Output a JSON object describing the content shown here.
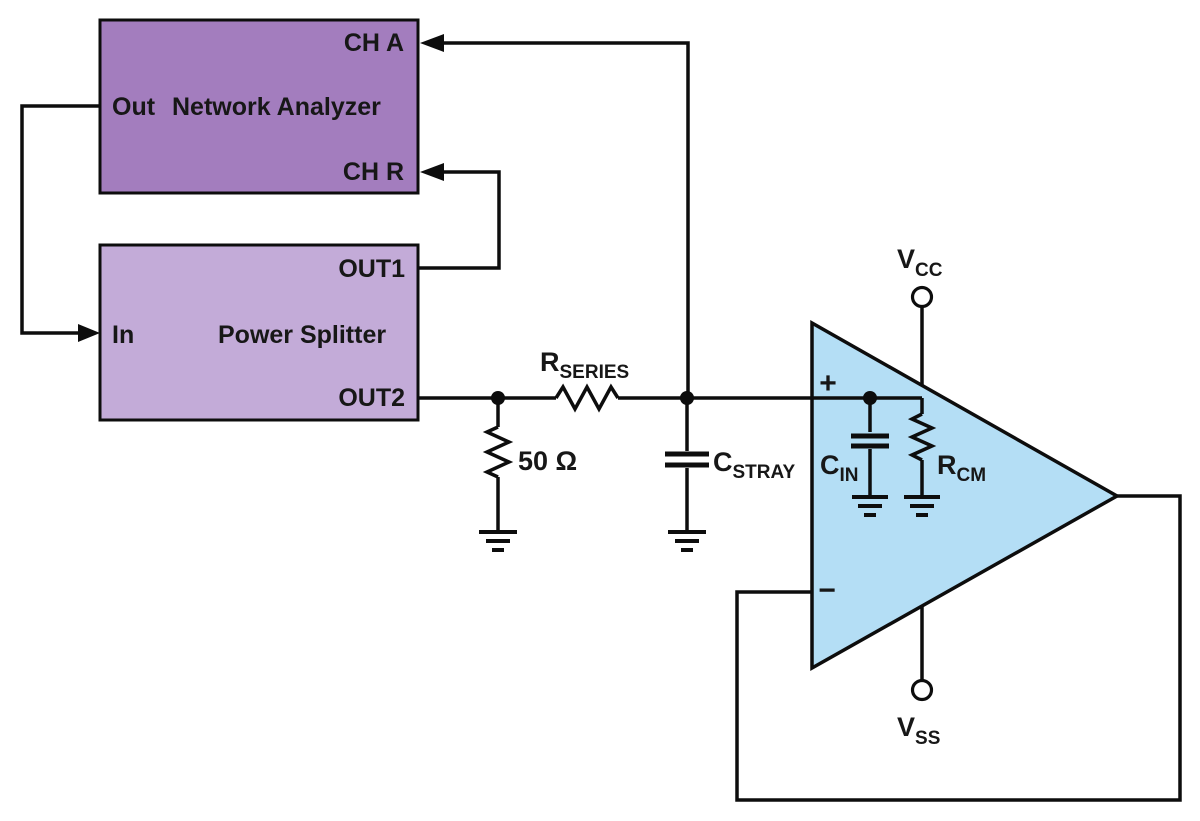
{
  "canvas": {
    "background": "#ffffff",
    "line_color": "#0d0d0d"
  },
  "network_analyzer": {
    "title": "Network Analyzer",
    "port_out": "Out",
    "port_ch_a": "CH A",
    "port_ch_r": "CH R",
    "fill": "#a37dbe"
  },
  "power_splitter": {
    "title": "Power Splitter",
    "port_in": "In",
    "port_out1": "OUT1",
    "port_out2": "OUT2",
    "fill": "#c3abd8"
  },
  "opamp": {
    "fill": "#b4def5",
    "noninverting_label": "+",
    "inverting_label": "−",
    "vcc": {
      "main": "V",
      "sub": "CC"
    },
    "vss": {
      "main": "V",
      "sub": "SS"
    },
    "cin": {
      "main": "C",
      "sub": "IN"
    },
    "rcm": {
      "main": "R",
      "sub": "CM"
    }
  },
  "components": {
    "r_series": {
      "main": "R",
      "sub": "SERIES"
    },
    "r_termination": "50 Ω",
    "c_stray": {
      "main": "C",
      "sub": "STRAY"
    }
  }
}
